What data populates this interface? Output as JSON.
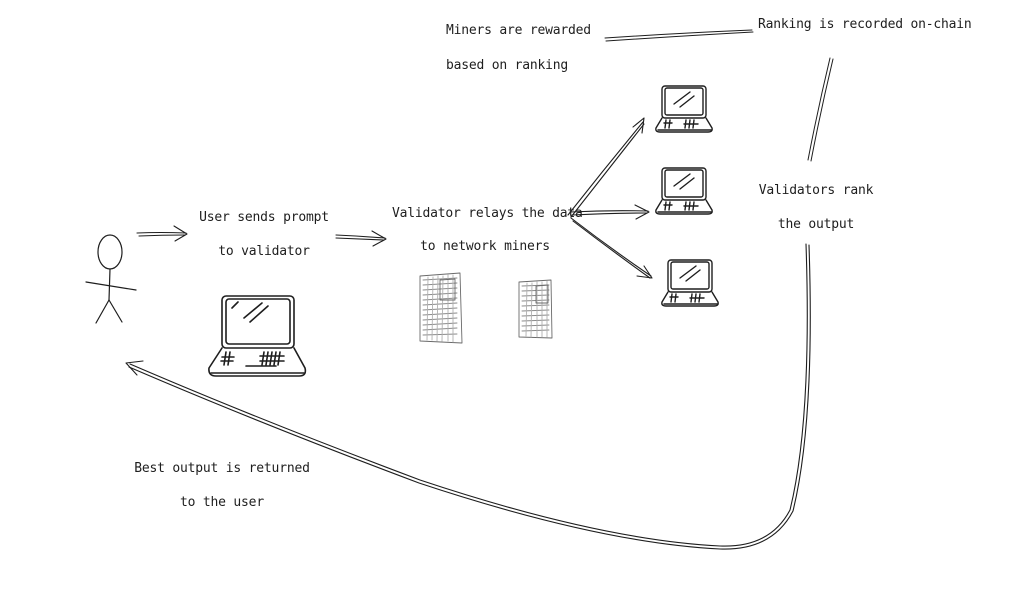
{
  "labels": {
    "user_sends_line1": "User sends prompt",
    "user_sends_line2": "to validator",
    "relay_line1": "Validator relays the data",
    "relay_line2": "to network miners",
    "rewarded_line1": "Miners are rewarded",
    "rewarded_line2": "based on ranking",
    "recorded": "Ranking is recorded on-chain",
    "rank_line1": "Validators rank",
    "rank_line2": "the output",
    "returned_line1": "Best output is returned",
    "returned_line2": "to the user"
  },
  "colors": {
    "stroke": "#1e1e1e",
    "background": "#ffffff",
    "server_hatch": "#8a8a8a"
  },
  "icons": {
    "user": "stick-figure-icon",
    "validator_laptop": "laptop-icon",
    "servers": "server-rack-icon",
    "miner_laptops": "laptop-icon"
  }
}
